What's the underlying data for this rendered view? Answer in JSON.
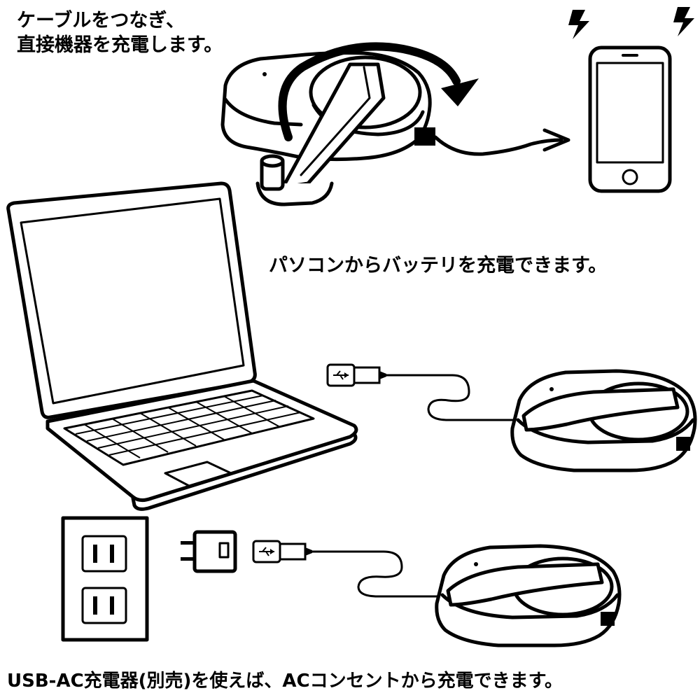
{
  "captions": {
    "direct_line1": "ケーブルをつなぎ、",
    "direct_line2": "直接機器を充電します。",
    "pc": "パソコンからバッテリを充電できます。",
    "ac": "USB-AC充電器(別売)を使えば、ACコンセントから充電できます。"
  },
  "icons": [
    "lightning-icon",
    "smartphone-icon",
    "laptop-icon",
    "usb-plug-icon",
    "ac-adapter-icon",
    "wall-outlet-icon",
    "battery-device-icon"
  ],
  "colors": {
    "line": "#000000",
    "background": "#ffffff"
  }
}
